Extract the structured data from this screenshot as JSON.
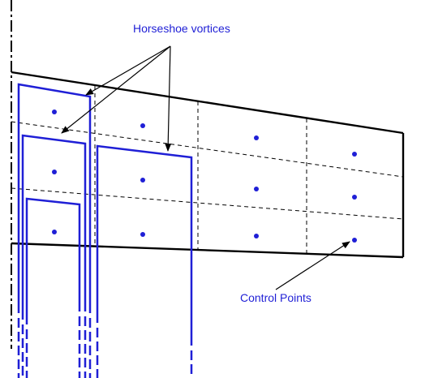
{
  "labels": {
    "horseshoe_vortices": "Horseshoe vortices",
    "control_points": "Control Points"
  },
  "colors": {
    "line": "#000000",
    "vortex": "#1f1fd6",
    "label_text": "#1f1fd6",
    "background": "#ffffff"
  },
  "grid": {
    "chordwise_panels": 3,
    "spanwise_panels": 4
  }
}
